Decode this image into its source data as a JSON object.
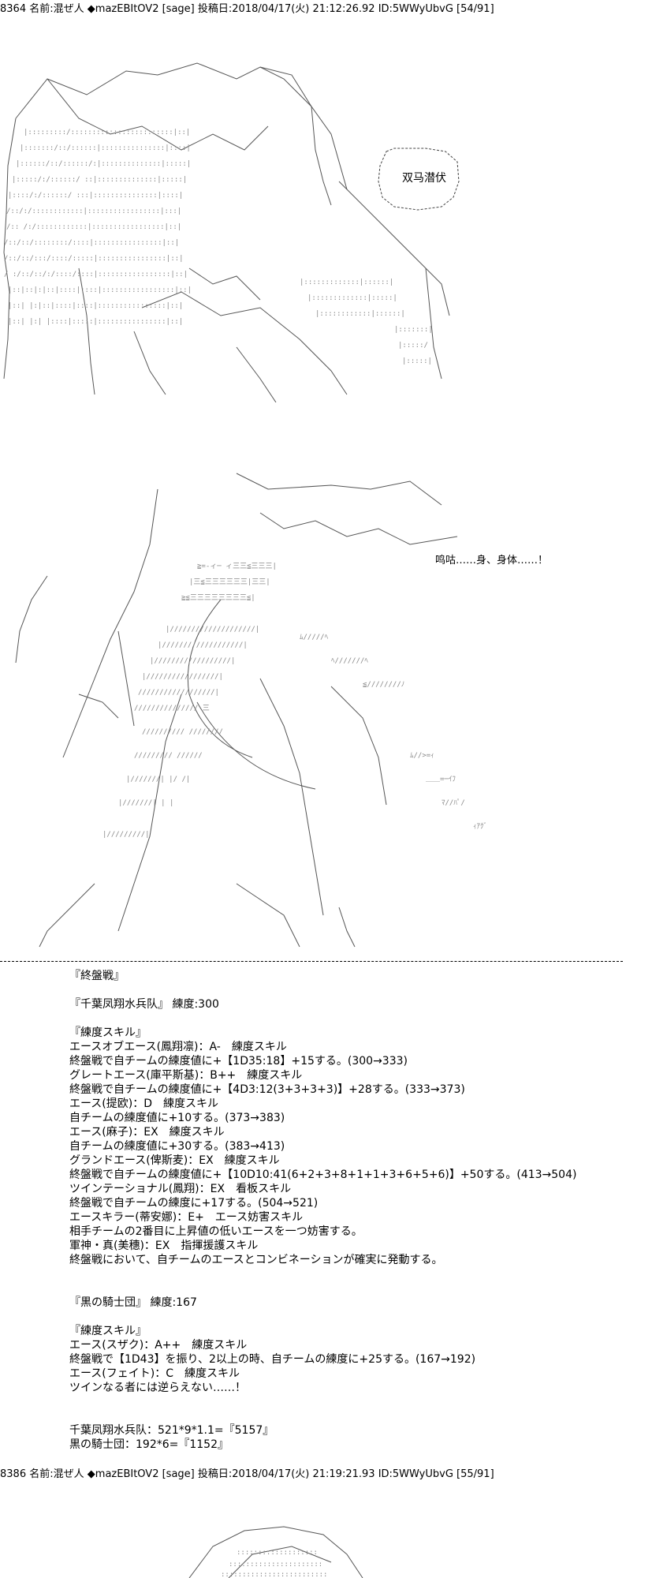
{
  "post1": {
    "number": "8364",
    "name_label": "名前:",
    "name": "混ぜ人",
    "trip": "◆mazEBItOV2",
    "mail": "[sage]",
    "date_label": "投稿日:",
    "date": "2018/04/17(火) 21:12:26.92",
    "id": "ID:5WWyUbvG",
    "count": "[54/91]"
  },
  "art1": {
    "bubble_text": "双马潜伏"
  },
  "art2": {
    "caption": "鸣咕……身、身体……！"
  },
  "body_lines": [
    "『終盤戦』",
    "",
    "『千葉凤翔水兵队』 練度:300",
    "",
    "『練度スキル』",
    "エースオブエース(鳳翔凛)：A-　練度スキル",
    "終盤戦で自チームの練度値に+【1D35:18】+15する。(300→333)",
    "グレートエース(庫平斯基)：B++　練度スキル",
    "終盤戦で自チームの練度値に+【4D3:12(3+3+3+3)】+28する。(333→373)",
    "エース(提欧)：D　練度スキル",
    "自チームの練度値に+10する。(373→383)",
    "エース(麻子)：EX　練度スキル",
    "自チームの練度値に+30する。(383→413)",
    "グランドエース(俾斯麦)：EX　練度スキル",
    "終盤戦で自チームの練度値に+【10D10:41(6+2+3+8+1+1+3+6+5+6)】+50する。(413→504)",
    "ツインテーショナル(鳳翔)：EX　看板スキル",
    "終盤戦で自チームの練度に+17する。(504→521)",
    "エースキラー(蒂安娜)：E+　エース妨害スキル",
    "相手チームの2番目に上昇値の低いエースを一つ妨害する。",
    "軍神・真(美穗)：EX　指揮援護スキル",
    "終盤戦において、自チームのエースとコンビネーションが確実に発動する。",
    "",
    "",
    "『黒の騎士団』 練度:167",
    "",
    "『練度スキル』",
    "エース(スザク)：A++　練度スキル",
    "終盤戦で【1D43】を振り、2以上の時、自チームの練度に+25する。(167→192)",
    "エース(フェイト)：C　練度スキル",
    "ツインなる者には逆らえない……！",
    "",
    "",
    "千葉凤翔水兵队：521*9*1.1=『5157』",
    "黒の騎士団：192*6=『1152』"
  ],
  "post2": {
    "number": "8386",
    "name_label": "名前:",
    "name": "混ぜ人",
    "trip": "◆mazEBItOV2",
    "mail": "[sage]",
    "date_label": "投稿日:",
    "date": "2018/04/17(火) 21:19:21.93",
    "id": "ID:5WWyUbvG",
    "count": "[55/91]"
  }
}
